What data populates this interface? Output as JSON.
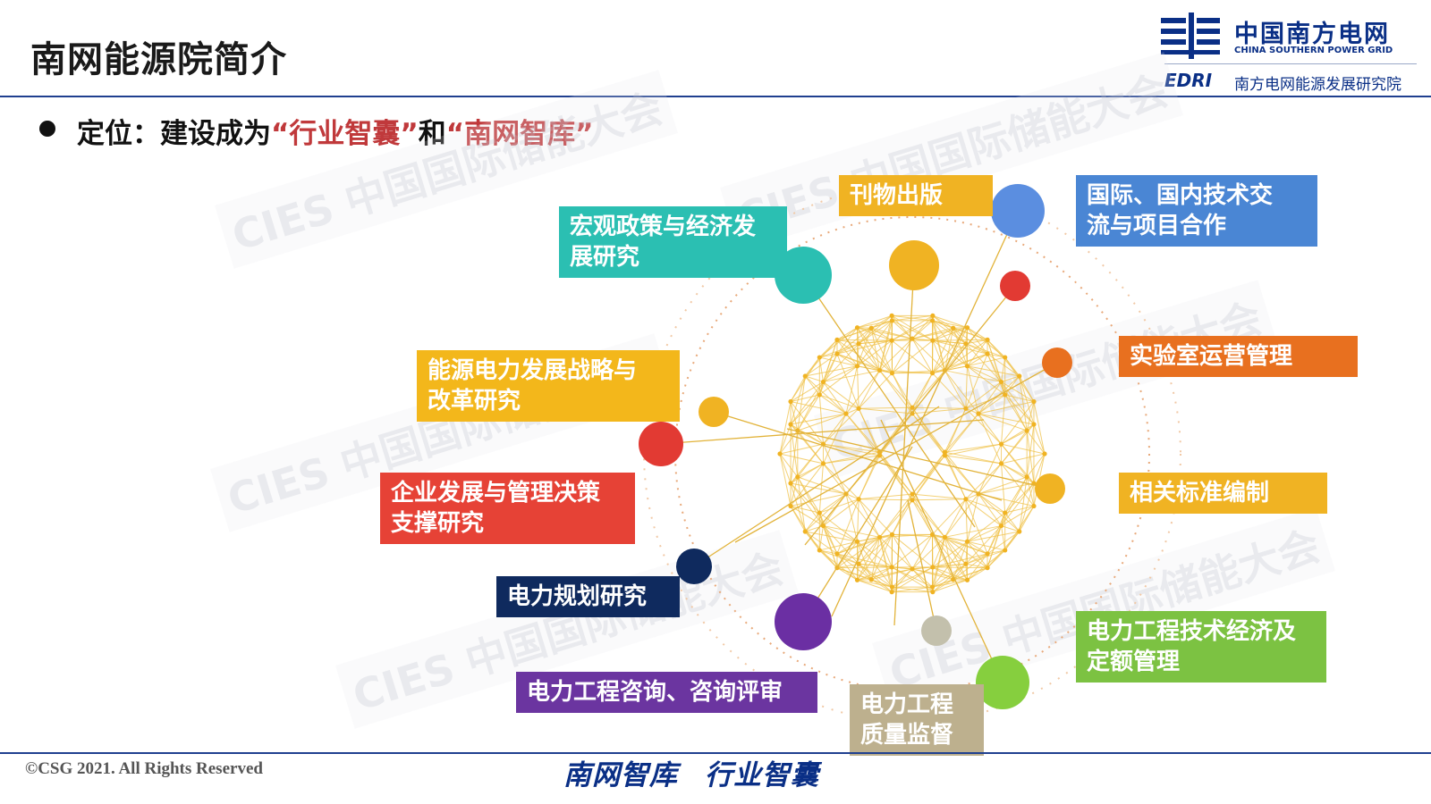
{
  "header": {
    "title": "南网能源院简介",
    "logo_cn": "中国南方电网",
    "logo_en": "CHINA SOUTHERN POWER GRID",
    "logo_edri": "EDRI",
    "logo_institute": "南方电网能源发展研究院"
  },
  "positioning": {
    "prefix": "定位：建设成为",
    "term1": "“行业智囊”",
    "connector": "和",
    "term2": "“南网智库”"
  },
  "watermark": "CIES 中国国际储能大会",
  "labels": [
    {
      "id": "publication",
      "lines": [
        "刊物出版"
      ],
      "color": "#f0b323"
    },
    {
      "id": "exchange",
      "lines": [
        "国际、国内技术交",
        "流与项目合作"
      ],
      "color": "#4a86d4"
    },
    {
      "id": "macro",
      "lines": [
        "宏观政策与经济发",
        "展研究"
      ],
      "color": "#2bbfb2"
    },
    {
      "id": "lab",
      "lines": [
        "实验室运营管理"
      ],
      "color": "#e8701f"
    },
    {
      "id": "strategy",
      "lines": [
        "能源电力发展战略与",
        "改革研究"
      ],
      "color": "#f3b71b"
    },
    {
      "id": "standard",
      "lines": [
        "相关标准编制"
      ],
      "color": "#f0b323"
    },
    {
      "id": "enterprise",
      "lines": [
        "企业发展与管理决策",
        "支撑研究"
      ],
      "color": "#e64236"
    },
    {
      "id": "planning",
      "lines": [
        "电力规划研究"
      ],
      "color": "#0f2a5e"
    },
    {
      "id": "economics",
      "lines": [
        "电力工程技术经济及",
        "定额管理"
      ],
      "color": "#7cc242"
    },
    {
      "id": "consulting",
      "lines": [
        "电力工程咨询、咨询评审"
      ],
      "color": "#6b35a0"
    },
    {
      "id": "quality",
      "lines": [
        "电力工程",
        "质量监督"
      ],
      "color": "#bdb08e"
    }
  ],
  "node_colors": {
    "gold": "#f0b323",
    "blue": "#5b8ee0",
    "teal": "#2bbfb2",
    "red": "#e23a33",
    "orange": "#e8701f",
    "navy": "#0f2a5e",
    "purple": "#6b2fa3",
    "grey": "#c3c0ac",
    "green": "#86cf3e"
  },
  "footer": {
    "copyright": "©CSG 2021. All Rights Reserved",
    "slogan1": "南网智库",
    "slogan2": "行业智囊"
  }
}
